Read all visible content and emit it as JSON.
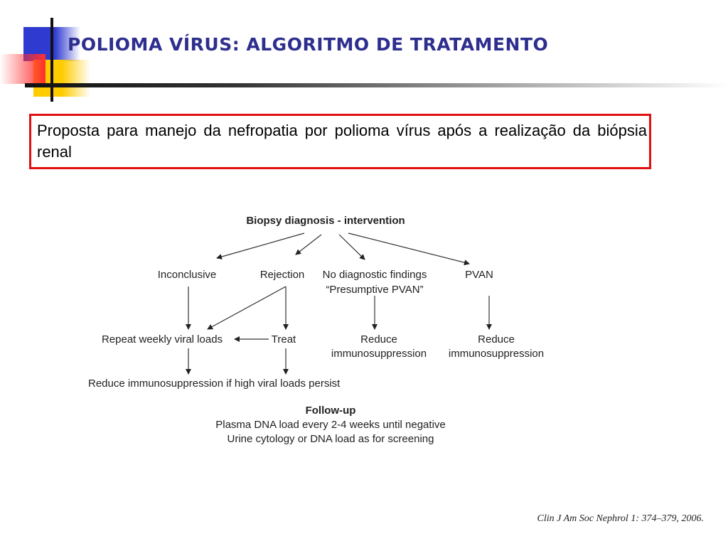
{
  "header": {
    "title": "POLIOMA VÍRUS: ALGORITMO DE TRATAMENTO"
  },
  "summary": {
    "text": "Proposta para manejo da nefropatia por polioma vírus após a realização da biópsia renal"
  },
  "diagram": {
    "root": "Biopsy diagnosis -  intervention",
    "inconclusive": "Inconclusive",
    "rejection": "Rejection",
    "no_findings": "No diagnostic findings",
    "presumptive": "“Presumptive PVAN”",
    "pvan": "PVAN",
    "repeat": "Repeat weekly viral loads",
    "treat": "Treat",
    "reduce1_a": "Reduce",
    "reduce1_b": "immunosuppression",
    "reduce2_a": "Reduce",
    "reduce2_b": "immunosuppression",
    "reduce_if": "Reduce immunosuppression if high viral loads persist",
    "followup_title": "Follow-up",
    "followup_1": "Plasma DNA load every 2-4 weeks until negative",
    "followup_2": "Urine cytology or DNA load as for screening"
  },
  "citation": "Clin J Am Soc Nephrol 1: 374–379, 2006."
}
